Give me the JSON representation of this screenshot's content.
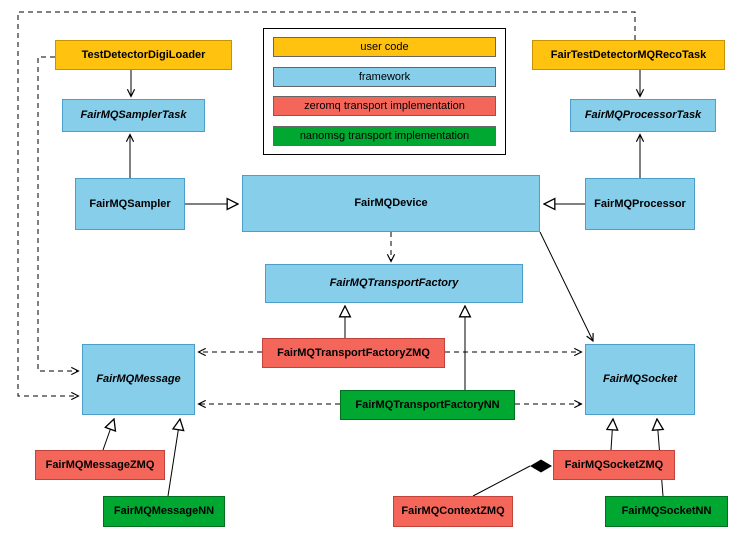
{
  "colors": {
    "user-code": "#FFC20E",
    "framework": "#87CEEB",
    "zeromq": "#F4665A",
    "nanomsg": "#00A832"
  },
  "legend": {
    "items": [
      {
        "label": "user code",
        "type": "user-code"
      },
      {
        "label": "framework",
        "type": "framework"
      },
      {
        "label": "zeromq transport implementation",
        "type": "zeromq"
      },
      {
        "label": "nanomsg transport implementation",
        "type": "nanomsg"
      }
    ]
  },
  "nodes": {
    "digiLoader": {
      "label": "TestDetectorDigiLoader",
      "type": "user-code",
      "abstract": false
    },
    "recoTask": {
      "label": "FairTestDetectorMQRecoTask",
      "type": "user-code",
      "abstract": false
    },
    "samplerTask": {
      "label": "FairMQSamplerTask",
      "type": "framework",
      "abstract": true
    },
    "processorTask": {
      "label": "FairMQProcessorTask",
      "type": "framework",
      "abstract": true
    },
    "sampler": {
      "label": "FairMQSampler",
      "type": "framework",
      "abstract": false
    },
    "device": {
      "label": "FairMQDevice",
      "type": "framework",
      "abstract": false
    },
    "processor": {
      "label": "FairMQProcessor",
      "type": "framework",
      "abstract": false
    },
    "transportFactory": {
      "label": "FairMQTransportFactory",
      "type": "framework",
      "abstract": true
    },
    "transportFactoryZMQ": {
      "label": "FairMQTransportFactoryZMQ",
      "type": "zeromq",
      "abstract": false
    },
    "transportFactoryNN": {
      "label": "FairMQTransportFactoryNN",
      "type": "nanomsg",
      "abstract": false
    },
    "message": {
      "label": "FairMQMessage",
      "type": "framework",
      "abstract": true
    },
    "socket": {
      "label": "FairMQSocket",
      "type": "framework",
      "abstract": true
    },
    "messageZMQ": {
      "label": "FairMQMessageZMQ",
      "type": "zeromq",
      "abstract": false
    },
    "messageNN": {
      "label": "FairMQMessageNN",
      "type": "nanomsg",
      "abstract": false
    },
    "socketZMQ": {
      "label": "FairMQSocketZMQ",
      "type": "zeromq",
      "abstract": false
    },
    "contextZMQ": {
      "label": "FairMQContextZMQ",
      "type": "zeromq",
      "abstract": false
    },
    "socketNN": {
      "label": "FairMQSocketNN",
      "type": "nanomsg",
      "abstract": false
    }
  },
  "edges": [
    {
      "from": "digiLoader",
      "to": "samplerTask",
      "kind": "arrow",
      "style": "solid"
    },
    {
      "from": "sampler",
      "to": "samplerTask",
      "kind": "arrow",
      "style": "solid"
    },
    {
      "from": "recoTask",
      "to": "processorTask",
      "kind": "arrow",
      "style": "solid"
    },
    {
      "from": "processor",
      "to": "processorTask",
      "kind": "arrow",
      "style": "solid"
    },
    {
      "from": "sampler",
      "to": "device",
      "kind": "inheritance",
      "style": "solid"
    },
    {
      "from": "processor",
      "to": "device",
      "kind": "inheritance",
      "style": "solid"
    },
    {
      "from": "device",
      "to": "transportFactory",
      "kind": "dependency",
      "style": "dashed"
    },
    {
      "from": "device",
      "to": "socket",
      "kind": "arrow",
      "style": "solid"
    },
    {
      "from": "transportFactoryZMQ",
      "to": "transportFactory",
      "kind": "inheritance",
      "style": "solid"
    },
    {
      "from": "transportFactoryNN",
      "to": "transportFactory",
      "kind": "inheritance",
      "style": "solid"
    },
    {
      "from": "transportFactoryZMQ",
      "to": "message",
      "kind": "dependency",
      "style": "dashed"
    },
    {
      "from": "transportFactoryZMQ",
      "to": "socket",
      "kind": "dependency",
      "style": "dashed"
    },
    {
      "from": "transportFactoryNN",
      "to": "message",
      "kind": "dependency",
      "style": "dashed"
    },
    {
      "from": "transportFactoryNN",
      "to": "socket",
      "kind": "dependency",
      "style": "dashed"
    },
    {
      "from": "digiLoader",
      "to": "message",
      "kind": "dependency",
      "style": "dashed"
    },
    {
      "from": "recoTask",
      "to": "message",
      "kind": "dependency",
      "style": "dashed"
    },
    {
      "from": "messageZMQ",
      "to": "message",
      "kind": "inheritance",
      "style": "solid"
    },
    {
      "from": "messageNN",
      "to": "message",
      "kind": "inheritance",
      "style": "solid"
    },
    {
      "from": "socketZMQ",
      "to": "socket",
      "kind": "inheritance",
      "style": "solid"
    },
    {
      "from": "socketNN",
      "to": "socket",
      "kind": "inheritance",
      "style": "solid"
    },
    {
      "from": "contextZMQ",
      "to": "socketZMQ",
      "kind": "composition",
      "style": "solid"
    }
  ]
}
